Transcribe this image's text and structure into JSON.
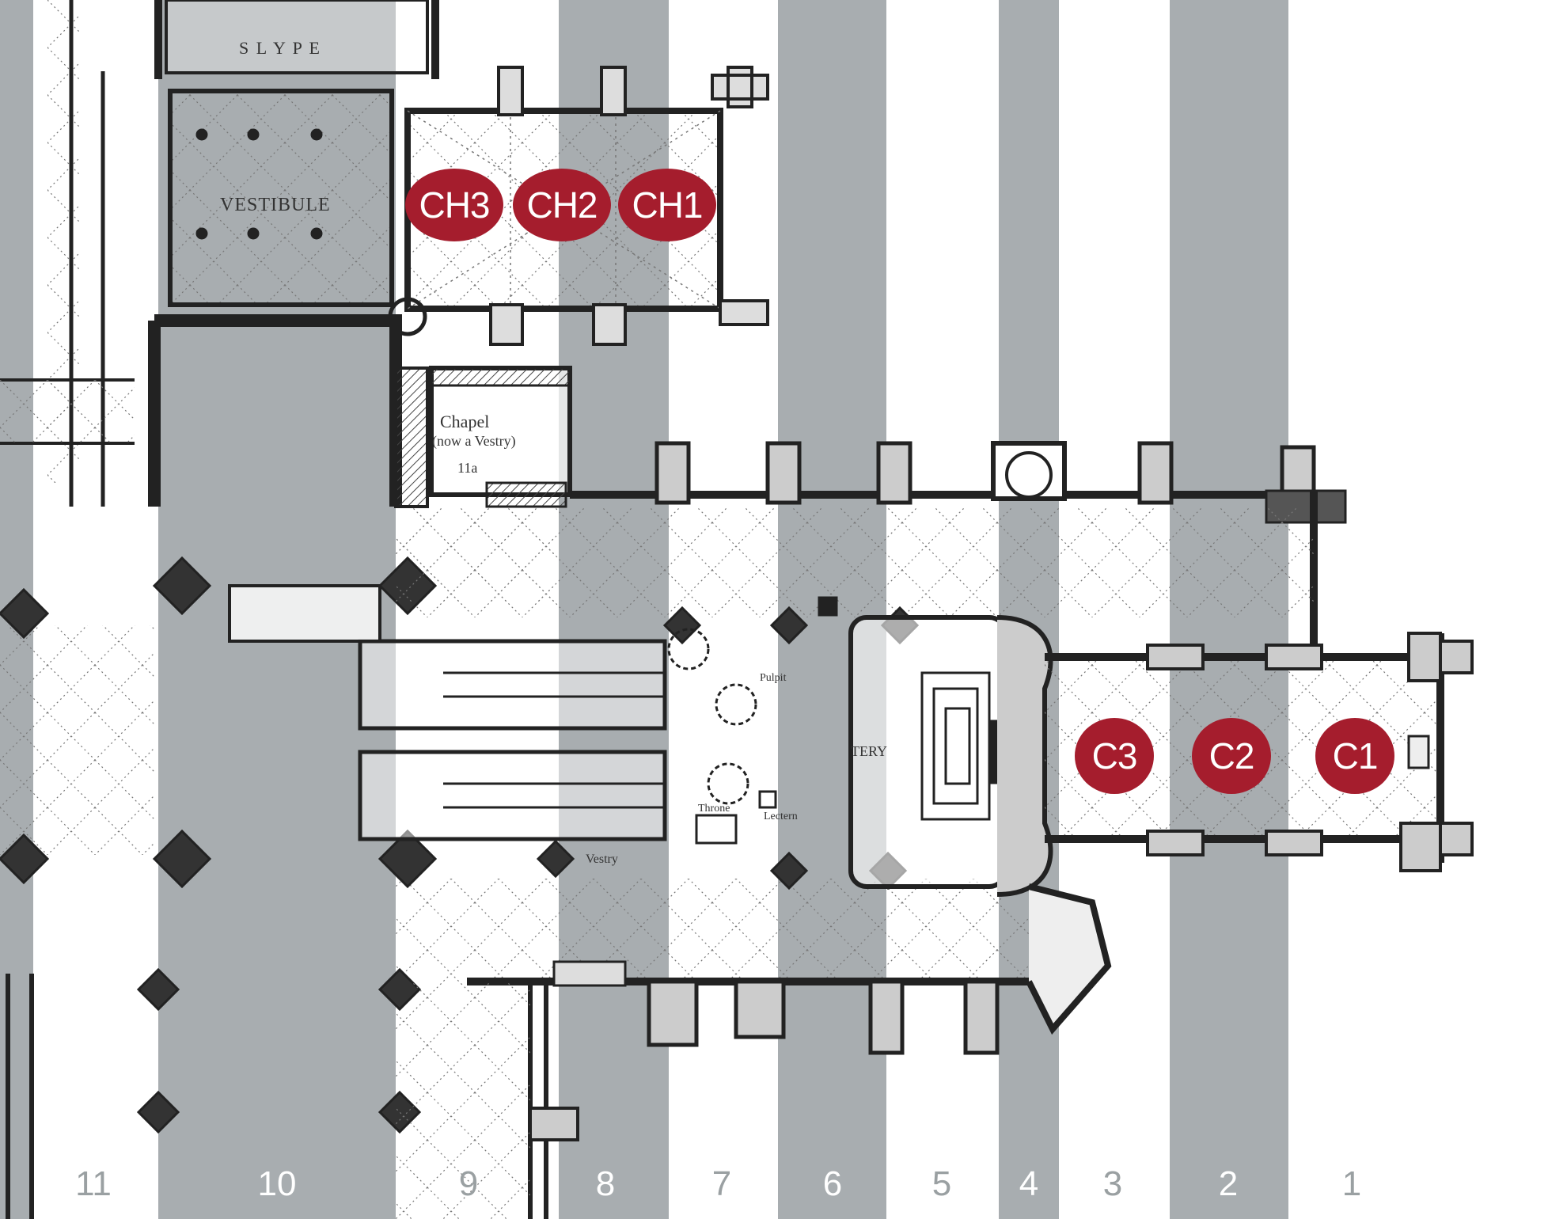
{
  "colors": {
    "band": "#a8adb0",
    "marker": "#a51d2d",
    "wall": "#222222",
    "hatch": "#555555"
  },
  "columns": [
    {
      "label": "11"
    },
    {
      "label": "10"
    },
    {
      "label": "9"
    },
    {
      "label": "8"
    },
    {
      "label": "7"
    },
    {
      "label": "6"
    },
    {
      "label": "5"
    },
    {
      "label": "4"
    },
    {
      "label": "3"
    },
    {
      "label": "2"
    },
    {
      "label": "1"
    }
  ],
  "chapter_house_markers": [
    {
      "label": "CH3"
    },
    {
      "label": "CH2"
    },
    {
      "label": "CH1"
    }
  ],
  "choir_markers": [
    {
      "label": "C3"
    },
    {
      "label": "C2"
    },
    {
      "label": "C1"
    }
  ],
  "plan_labels": {
    "slype": "S L Y P E",
    "vestibule": "VESTIBULE",
    "chapel_line1": "Chapel",
    "chapel_line2": "(now a Vestry)",
    "chapel_number": "11a",
    "pulpit": "Pulpit",
    "throne": "Throne",
    "lectern": "Lectern",
    "vestry": "Vestry",
    "presbytery_fragment": "TERY"
  }
}
